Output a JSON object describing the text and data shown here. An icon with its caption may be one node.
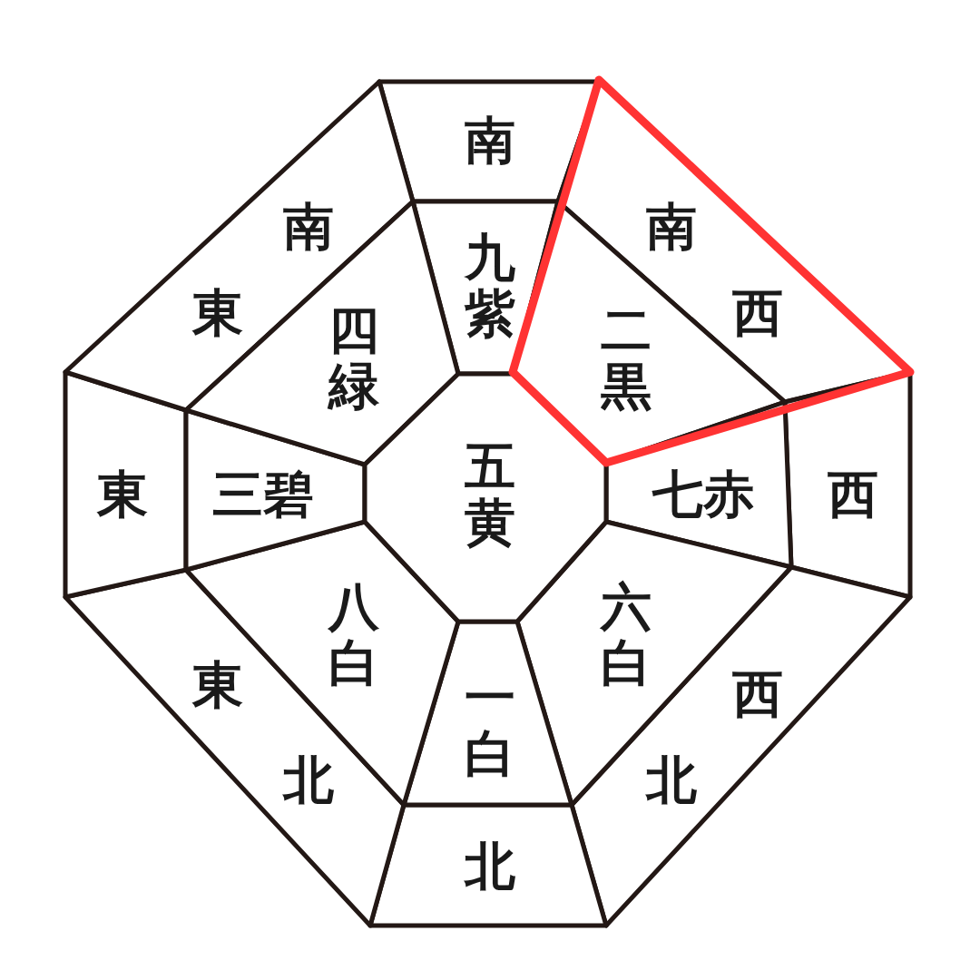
{
  "diagram": {
    "nodes": [
      {
        "text": [
          "南"
        ]
      },
      {
        "text": [
          "南",
          "西"
        ]
      },
      {
        "text": [
          "西"
        ]
      },
      {
        "text": [
          "西",
          "北"
        ]
      },
      {
        "text": [
          "北"
        ]
      },
      {
        "text": [
          "東",
          "北"
        ]
      },
      {
        "text": [
          "東"
        ]
      },
      {
        "text": [
          "南",
          "東"
        ]
      },
      {
        "text": [
          "九紫"
        ]
      },
      {
        "text": [
          "二黒"
        ]
      },
      {
        "text": [
          "七赤"
        ]
      },
      {
        "text": [
          "六白"
        ]
      },
      {
        "text": [
          "一白"
        ]
      },
      {
        "text": [
          "八白"
        ]
      },
      {
        "text": [
          "三碧"
        ]
      },
      {
        "text": [
          "四緑"
        ]
      },
      {
        "text": [
          "五黄"
        ]
      }
    ]
  }
}
